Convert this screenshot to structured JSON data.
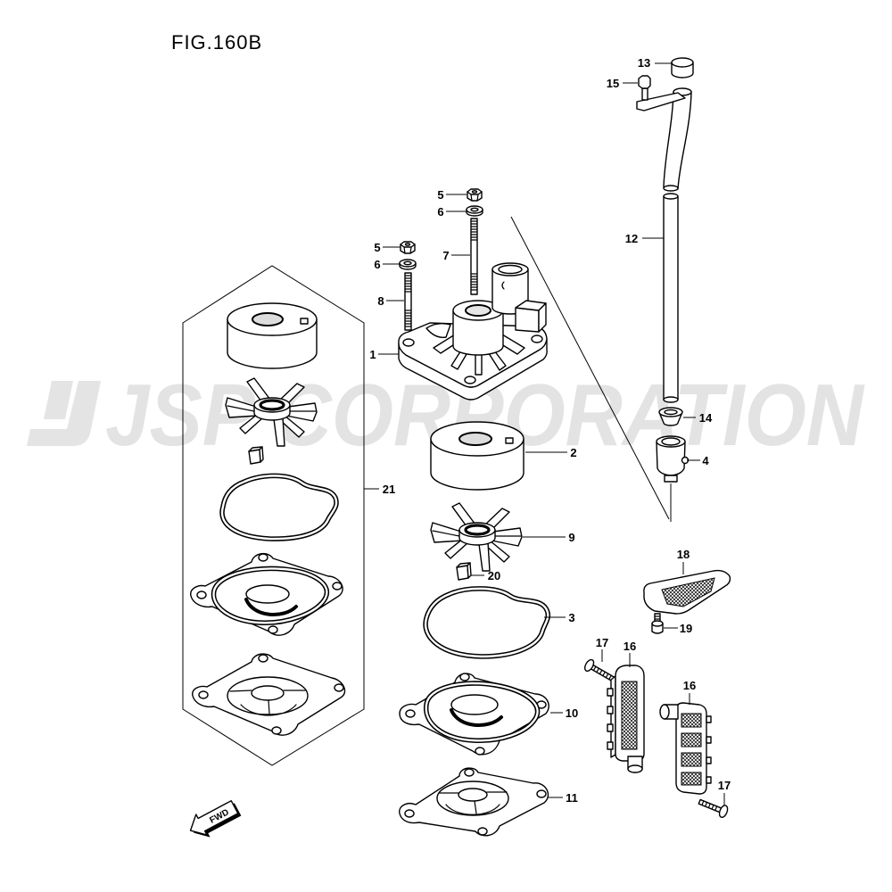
{
  "figure": {
    "title": "FIG.160B"
  },
  "watermark": {
    "text": "JSP CORPORATION"
  },
  "fwd_arrow": {
    "label": "FWD"
  },
  "callouts": [
    "13",
    "15",
    "12",
    "14",
    "4",
    "18",
    "19",
    "17",
    "16",
    "16",
    "17",
    "5",
    "6",
    "5",
    "6",
    "7",
    "8",
    "1",
    "2",
    "9",
    "20",
    "3",
    "10",
    "11",
    "21"
  ]
}
